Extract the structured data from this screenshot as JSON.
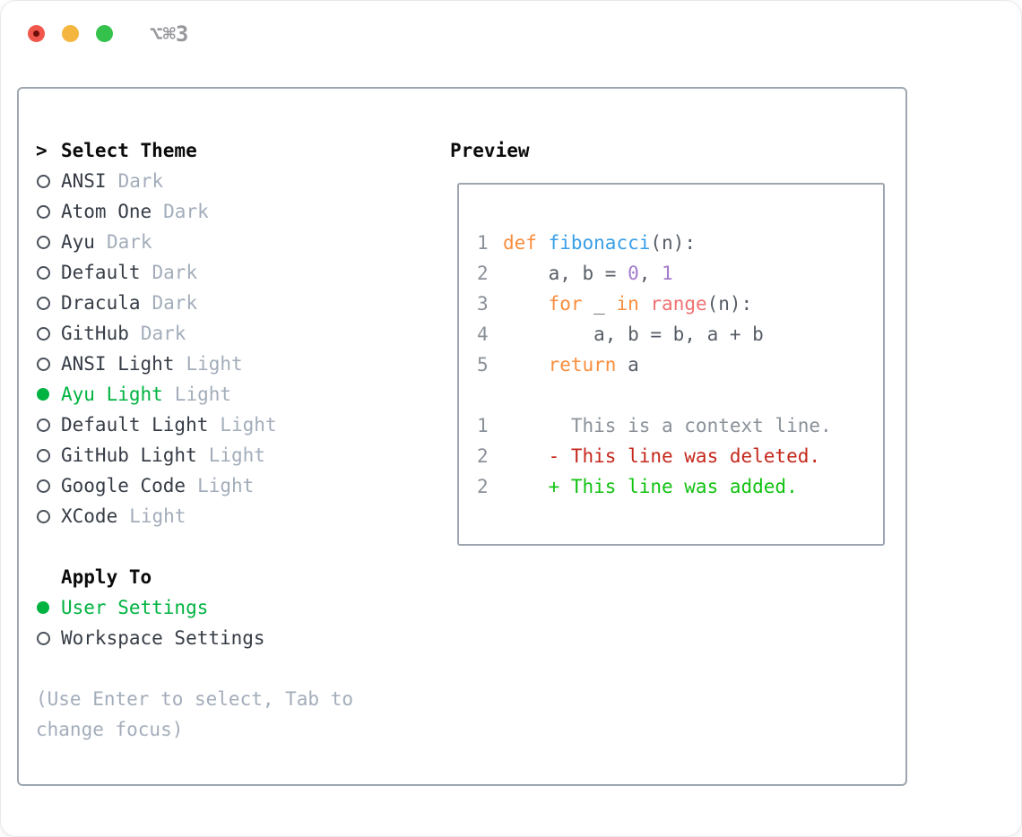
{
  "colors": {
    "selection_green": "#00b341",
    "added_green": "#12c212",
    "deleted_red": "#c5281c",
    "keyword_orange": "#fa8d3e",
    "function_blue": "#399ee6",
    "number_purple": "#a37acc",
    "call_coral": "#f07171",
    "code_foreground": "#575d66",
    "muted_gray": "#a3adba",
    "gutter_gray": "#8a9199",
    "border_gray": "#9ea7b1",
    "traffic_red": "#f0564b",
    "traffic_yellow": "#f4b63f",
    "traffic_green": "#35c24c"
  },
  "titlebar": {
    "title": "⌥⌘3"
  },
  "theme_picker": {
    "prompt": ">",
    "header": "Select Theme",
    "items": [
      {
        "name": "ANSI",
        "variant": "Dark",
        "selected": false
      },
      {
        "name": "Atom One",
        "variant": "Dark",
        "selected": false
      },
      {
        "name": "Ayu",
        "variant": "Dark",
        "selected": false
      },
      {
        "name": "Default",
        "variant": "Dark",
        "selected": false
      },
      {
        "name": "Dracula",
        "variant": "Dark",
        "selected": false
      },
      {
        "name": "GitHub",
        "variant": "Dark",
        "selected": false
      },
      {
        "name": "ANSI Light",
        "variant": "Light",
        "selected": false
      },
      {
        "name": "Ayu Light",
        "variant": "Light",
        "selected": true
      },
      {
        "name": "Default Light",
        "variant": "Light",
        "selected": false
      },
      {
        "name": "GitHub Light",
        "variant": "Light",
        "selected": false
      },
      {
        "name": "Google Code",
        "variant": "Light",
        "selected": false
      },
      {
        "name": "XCode",
        "variant": "Light",
        "selected": false
      }
    ]
  },
  "apply_to": {
    "header": "Apply To",
    "options": [
      {
        "label": "User Settings",
        "selected": true
      },
      {
        "label": "Workspace Settings",
        "selected": false
      }
    ]
  },
  "hint": "(Use Enter to select, Tab to change focus)",
  "preview": {
    "header": "Preview",
    "code": [
      {
        "n": "1",
        "tokens": [
          [
            "kw",
            "def"
          ],
          [
            "fg",
            " "
          ],
          [
            "fn",
            "fibonacci"
          ],
          [
            "fg",
            "(n):"
          ]
        ]
      },
      {
        "n": "2",
        "tokens": [
          [
            "fg",
            "    a, b = "
          ],
          [
            "num",
            "0"
          ],
          [
            "fg",
            ", "
          ],
          [
            "num",
            "1"
          ]
        ]
      },
      {
        "n": "3",
        "tokens": [
          [
            "fg",
            "    "
          ],
          [
            "kw",
            "for"
          ],
          [
            "fg",
            " _ "
          ],
          [
            "kw",
            "in"
          ],
          [
            "fg",
            " "
          ],
          [
            "call",
            "range"
          ],
          [
            "fg",
            "(n):"
          ]
        ]
      },
      {
        "n": "4",
        "tokens": [
          [
            "fg",
            "        a, b = b, a + b"
          ]
        ]
      },
      {
        "n": "5",
        "tokens": [
          [
            "fg",
            "    "
          ],
          [
            "kw",
            "return"
          ],
          [
            "fg",
            " a"
          ]
        ]
      },
      {
        "n": "",
        "tokens": []
      },
      {
        "n": "1",
        "tokens": [
          [
            "ctx",
            "      This is a context line."
          ]
        ]
      },
      {
        "n": "2",
        "tokens": [
          [
            "del",
            "    - This line was deleted."
          ]
        ]
      },
      {
        "n": "2",
        "tokens": [
          [
            "add",
            "    + This line was added."
          ]
        ]
      }
    ]
  }
}
